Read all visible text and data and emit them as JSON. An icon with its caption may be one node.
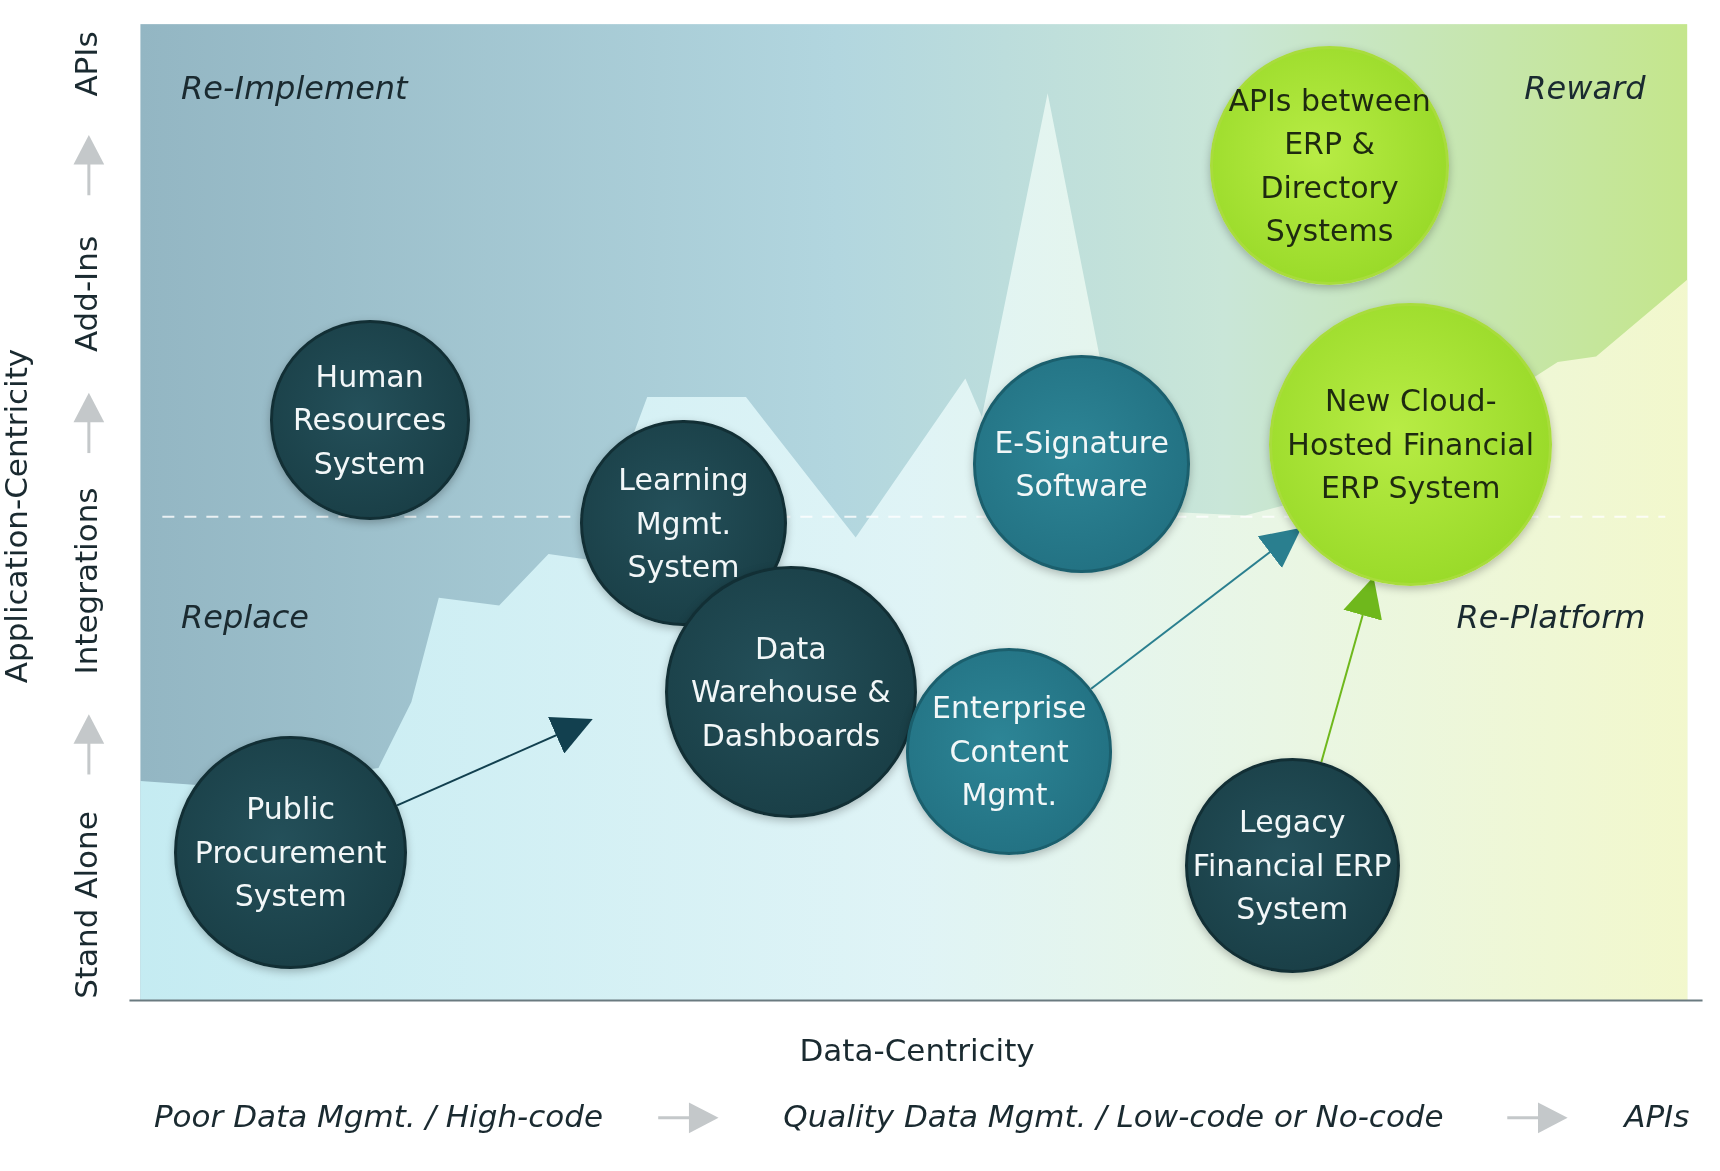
{
  "diagram": {
    "nodes": [
      {
        "text": [
          "APIs between ERP & Directory Systems"
        ]
      },
      {
        "text": [
          "Human Resources System"
        ]
      },
      {
        "text": [
          "E-Signature Software"
        ]
      },
      {
        "text": [
          "New Cloud-Hosted Financial ERP System"
        ]
      },
      {
        "text": [
          "Learning Mgmt. System"
        ]
      },
      {
        "text": [
          "Data Warehouse & Dashboards"
        ]
      },
      {
        "text": [
          "Enterprise Content Mgmt."
        ]
      },
      {
        "text": [
          "Public Procurement System"
        ]
      },
      {
        "text": [
          "Legacy Financial ERP System"
        ]
      }
    ],
    "edges": [
      {
        "from": 7,
        "to": null,
        "arrow": "to",
        "color": "#12404f"
      },
      {
        "from": 6,
        "to": 3,
        "arrow": "to",
        "color": "#2a7f8f"
      },
      {
        "from": 8,
        "to": 3,
        "arrow": "to",
        "color": "#6fb81c"
      }
    ],
    "labels": [
      "Re-Implement",
      "Reward",
      "Replace",
      "Re-Platform",
      "Application-Centricity",
      "APIs",
      "Add-Ins",
      "Integrations",
      "Stand Alone",
      "Data-Centricity",
      "Poor Data Mgmt. / High-code",
      "Quality Data Mgmt. / Low-code or No-code",
      "APIs"
    ]
  }
}
